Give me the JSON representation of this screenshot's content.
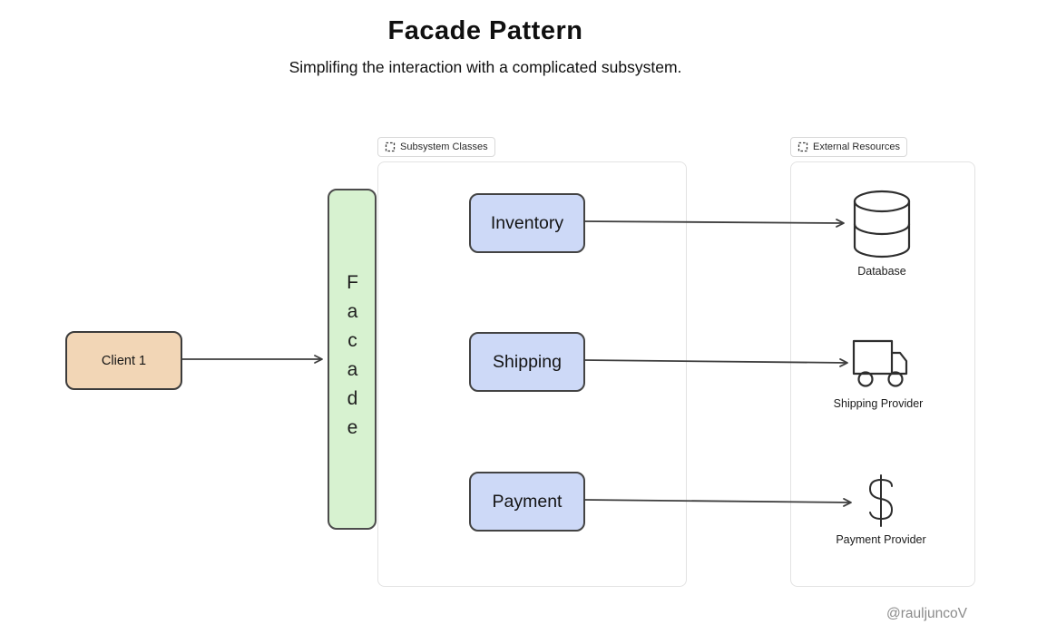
{
  "header": {
    "title": "Facade Pattern",
    "subtitle": "Simplifing the interaction with a complicated subsystem."
  },
  "client": {
    "label": "Client 1"
  },
  "facade": {
    "label": "Facade"
  },
  "subsystem_panel": {
    "tag_label": "Subsystem Classes",
    "tag_icon": "frame-icon",
    "classes": [
      {
        "label": "Inventory"
      },
      {
        "label": "Shipping"
      },
      {
        "label": "Payment"
      }
    ]
  },
  "external_panel": {
    "tag_label": "External Resources",
    "tag_icon": "frame-icon",
    "resources": [
      {
        "label": "Database",
        "icon": "database-icon"
      },
      {
        "label": "Shipping Provider",
        "icon": "truck-icon"
      },
      {
        "label": "Payment Provider",
        "icon": "dollar-sign-icon"
      }
    ]
  },
  "watermark": "@rauljuncoV",
  "colors": {
    "client_fill": "#f2d6b6",
    "facade_fill": "#d7f2d0",
    "class_fill": "#cdd9f7",
    "arrow_stroke": "#3d3d3d",
    "panel_border": "#e3e3e3"
  }
}
